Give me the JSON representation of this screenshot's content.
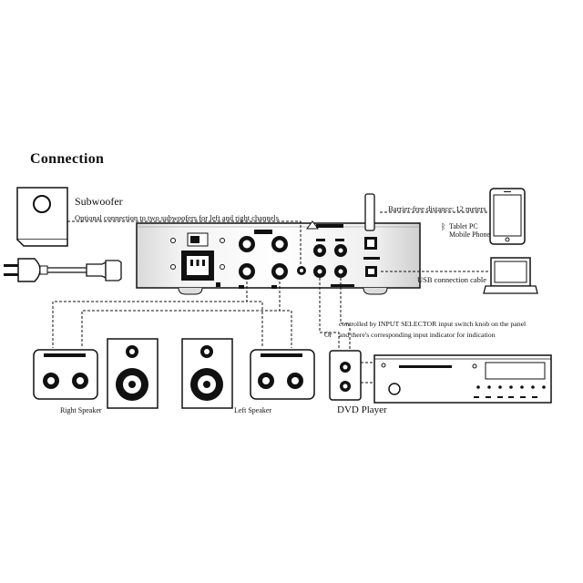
{
  "title": "Connection",
  "subwoofer": {
    "label": "Subwoofer",
    "note": "Optional connection to two subwoofers for left and right channels"
  },
  "wireless": {
    "distance": "Barrier-free distance: 12 meters",
    "bluetooth_icon": "bluetooth-icon",
    "bluetooth_glyph": "ᛒ",
    "tablet": "Tablet PC",
    "mobile": "Mobile Phone"
  },
  "usb": {
    "label": "USB connection cable"
  },
  "input_selector": {
    "line1": "controlled by INPUT SELECTOR input switch knob on the panel",
    "line2": "and there's corresponding input indicator for indication",
    "or_label": "Or"
  },
  "speakers": {
    "right": "Right Speaker",
    "left": "Left Speaker"
  },
  "dvd": {
    "label": "DVD Player"
  },
  "line_color": "#111111"
}
